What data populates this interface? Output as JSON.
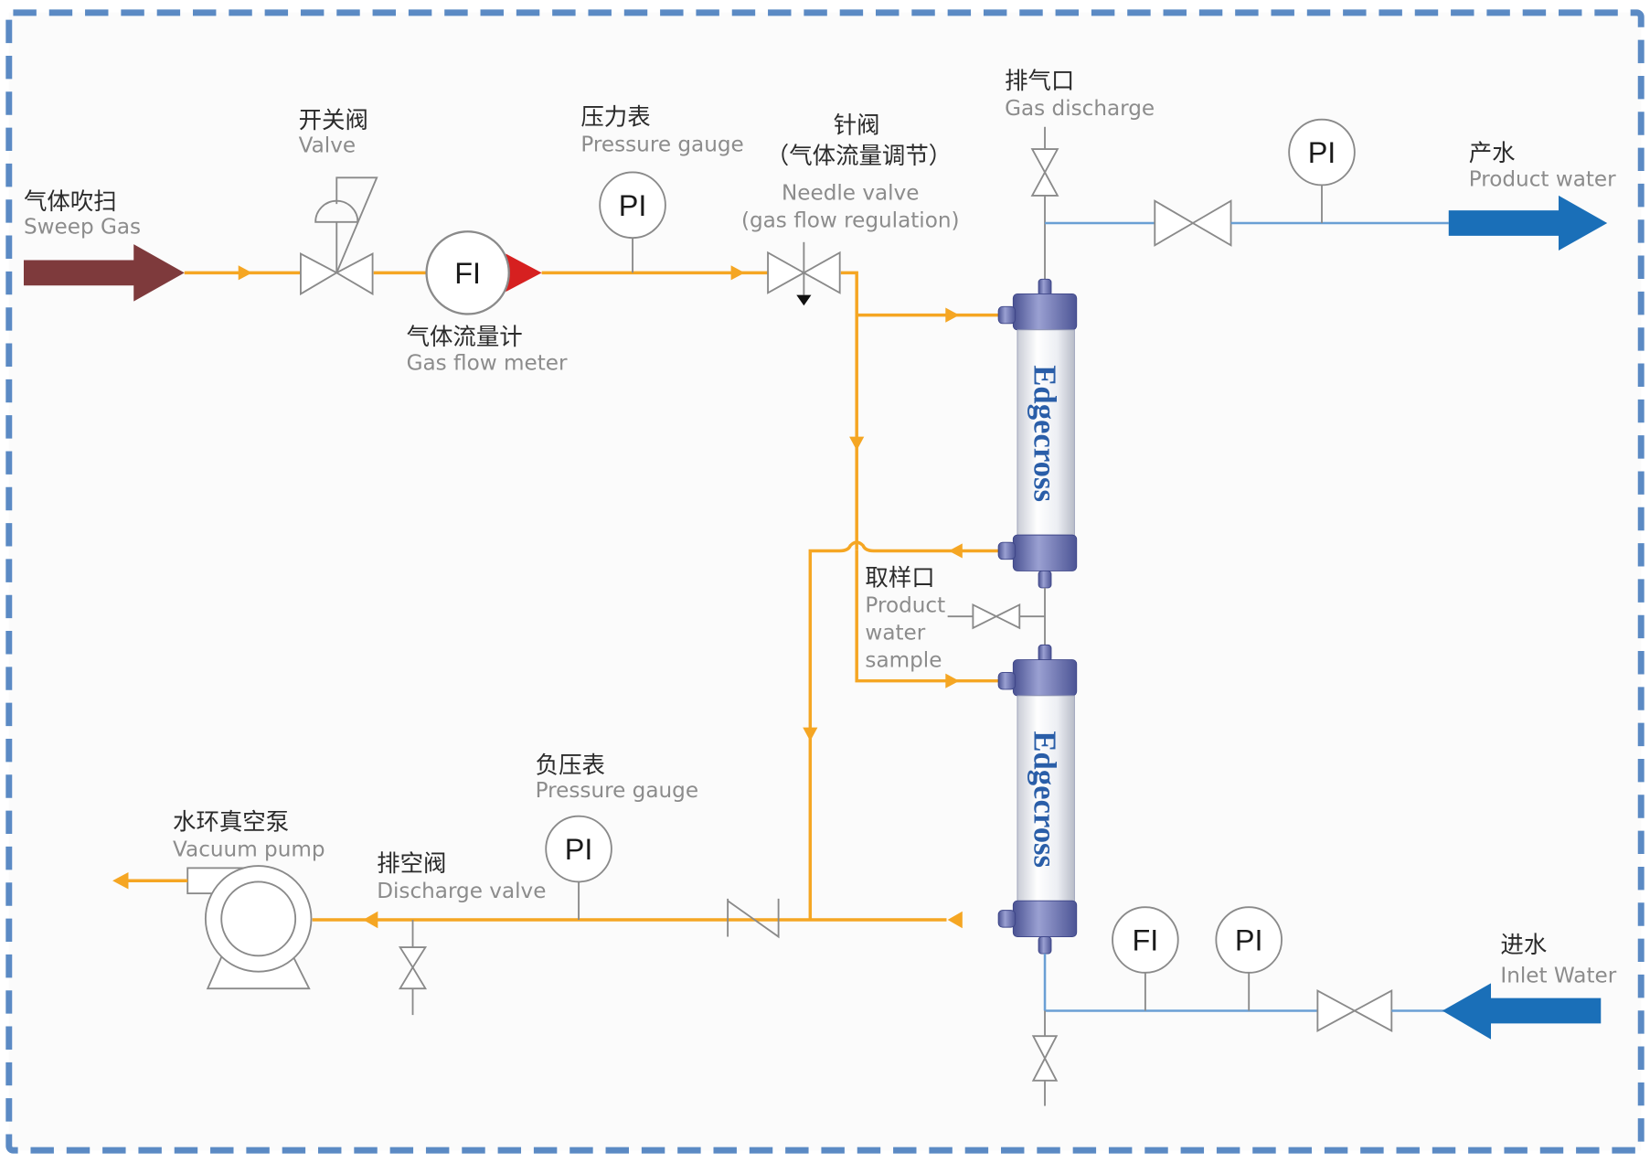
{
  "title": "Membrane degassing process flow diagram",
  "colors": {
    "border": "#5b8ac4",
    "gas_line": "#f5a623",
    "water_line": "#6a9fd4",
    "sweep_arrow": "#7e3a3c",
    "water_arrow": "#1a6fb8",
    "flow_meter_tip": "#d62020",
    "module_cap": "#6a72b0"
  },
  "labels": {
    "sweep_gas": {
      "cn": "气体吹扫",
      "en": "Sweep Gas"
    },
    "valve": {
      "cn": "开关阀",
      "en": "Valve"
    },
    "gas_flow_meter": {
      "cn": "气体流量计",
      "en": "Gas flow meter"
    },
    "pressure_gauge_top": {
      "cn": "压力表",
      "en": "Pressure gauge"
    },
    "needle_valve": {
      "cn": "针阀",
      "cn2": "（气体流量调节）",
      "en": "Needle valve",
      "en2": "(gas flow regulation)"
    },
    "gas_discharge": {
      "cn": "排气口",
      "en": "Gas discharge"
    },
    "product_water": {
      "cn": "产水",
      "en": "Product water"
    },
    "sample_port": {
      "cn": "取样口",
      "en1": "Product",
      "en2": "water",
      "en3": "sample"
    },
    "negative_pressure_gauge": {
      "cn": "负压表",
      "en": "Pressure gauge"
    },
    "vacuum_pump": {
      "cn": "水环真空泵",
      "en": "Vacuum pump"
    },
    "discharge_valve": {
      "cn": "排空阀",
      "en": "Discharge valve"
    },
    "inlet_water": {
      "cn": "进水",
      "en": "Inlet Water"
    }
  },
  "instruments": {
    "fi": "FI",
    "pi": "PI"
  },
  "modules": [
    {
      "brand": "Edgecross"
    },
    {
      "brand": "Edgecross"
    }
  ]
}
